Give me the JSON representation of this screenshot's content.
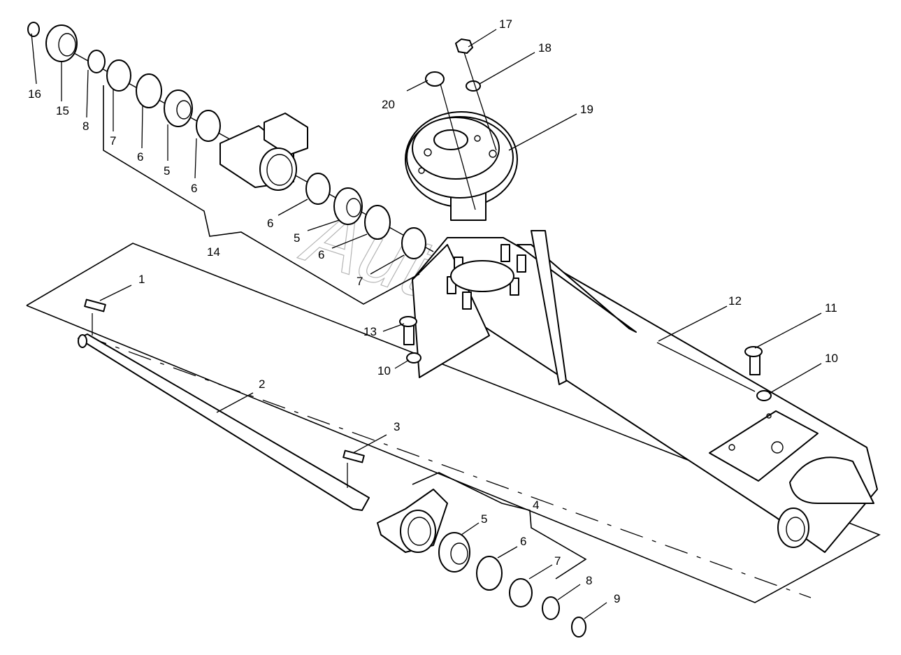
{
  "watermark": "AutoSoft",
  "callouts": {
    "c1": "1",
    "c2": "2",
    "c3": "3",
    "c4": "4",
    "c5a": "5",
    "c5b": "5",
    "c5c": "5",
    "c6a": "6",
    "c6b": "6",
    "c6c": "6",
    "c6d": "6",
    "c6e": "6",
    "c7a": "7",
    "c7b": "7",
    "c7c": "7",
    "c8a": "8",
    "c8b": "8",
    "c9": "9",
    "c10a": "10",
    "c10b": "10",
    "c11": "11",
    "c12": "12",
    "c13": "13",
    "c14": "14",
    "c15": "15",
    "c16": "16",
    "c17": "17",
    "c18": "18",
    "c19": "19",
    "c20": "20"
  }
}
